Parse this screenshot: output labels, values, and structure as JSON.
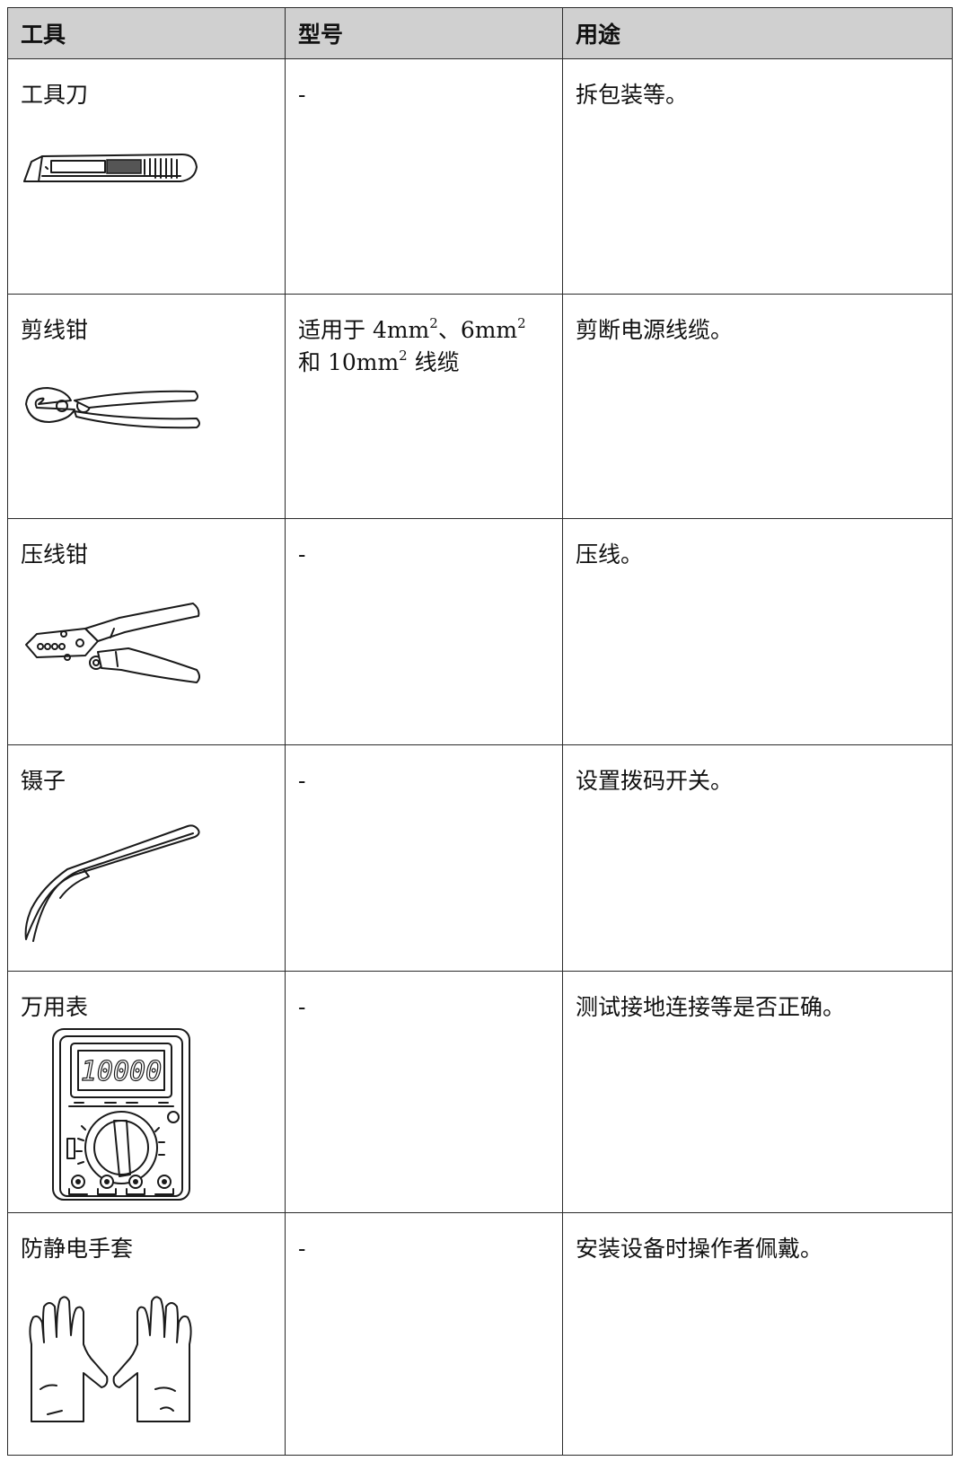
{
  "table": {
    "headers": [
      "工具",
      "型号",
      "用途"
    ],
    "rows": [
      {
        "tool": "工具刀",
        "icon": "utility-knife-icon",
        "model": "-",
        "usage": "拆包装等。"
      },
      {
        "tool": "剪线钳",
        "icon": "cable-cutter-icon",
        "model_parts": [
          "适用于 4mm",
          "2",
          "、6mm",
          "2",
          " 和 10mm",
          "2",
          " 线缆"
        ],
        "usage": "剪断电源线缆。"
      },
      {
        "tool": "压线钳",
        "icon": "crimping-tool-icon",
        "model": "-",
        "usage": "压线。"
      },
      {
        "tool": "镊子",
        "icon": "tweezers-icon",
        "model": "-",
        "usage": "设置拨码开关。"
      },
      {
        "tool": "万用表",
        "icon": "multimeter-icon",
        "model": "-",
        "usage": "测试接地连接等是否正确。",
        "display_reading": "10000"
      },
      {
        "tool": "防静电手套",
        "icon": "antistatic-gloves-icon",
        "model": "-",
        "usage": "安装设备时操作者佩戴。"
      }
    ]
  }
}
